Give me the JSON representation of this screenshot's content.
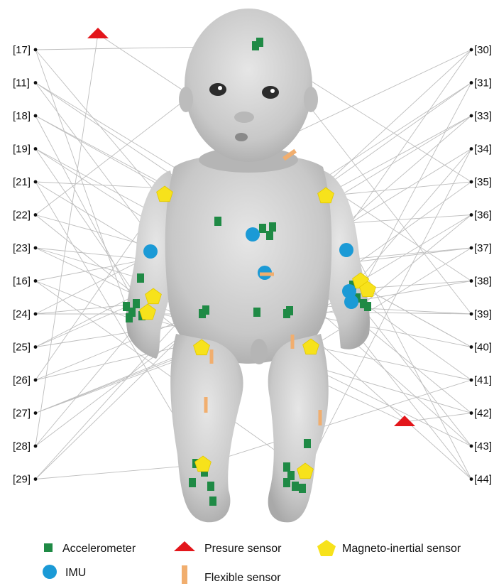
{
  "left_refs": [
    "[17]",
    "[11]",
    "[18]",
    "[19]",
    "[21]",
    "[22]",
    "[23]",
    "[16]",
    "[24]",
    "[25]",
    "[26]",
    "[27]",
    "[28]",
    "[29]"
  ],
  "right_refs": [
    "[30]",
    "[31]",
    "[33]",
    "[34]",
    "[35]",
    "[36]",
    "[37]",
    "[38]",
    "[39]",
    "[40]",
    "[41]",
    "[42]",
    "[43]",
    "[44]"
  ],
  "legend": {
    "accelerometer": "Accelerometer",
    "pressure": "Presure sensor",
    "magneto": "Magneto-inertial sensor",
    "imu": "IMU",
    "flexible": "Flexible sensor"
  },
  "colors": {
    "accelerometer": "#1f8a45",
    "pressure": "#e3161b",
    "magneto": "#f7e21b",
    "imu": "#1b9ad6",
    "flexible": "#f1ae6e",
    "lines": "#bdbdbd",
    "doll": "#c9c9c9"
  }
}
